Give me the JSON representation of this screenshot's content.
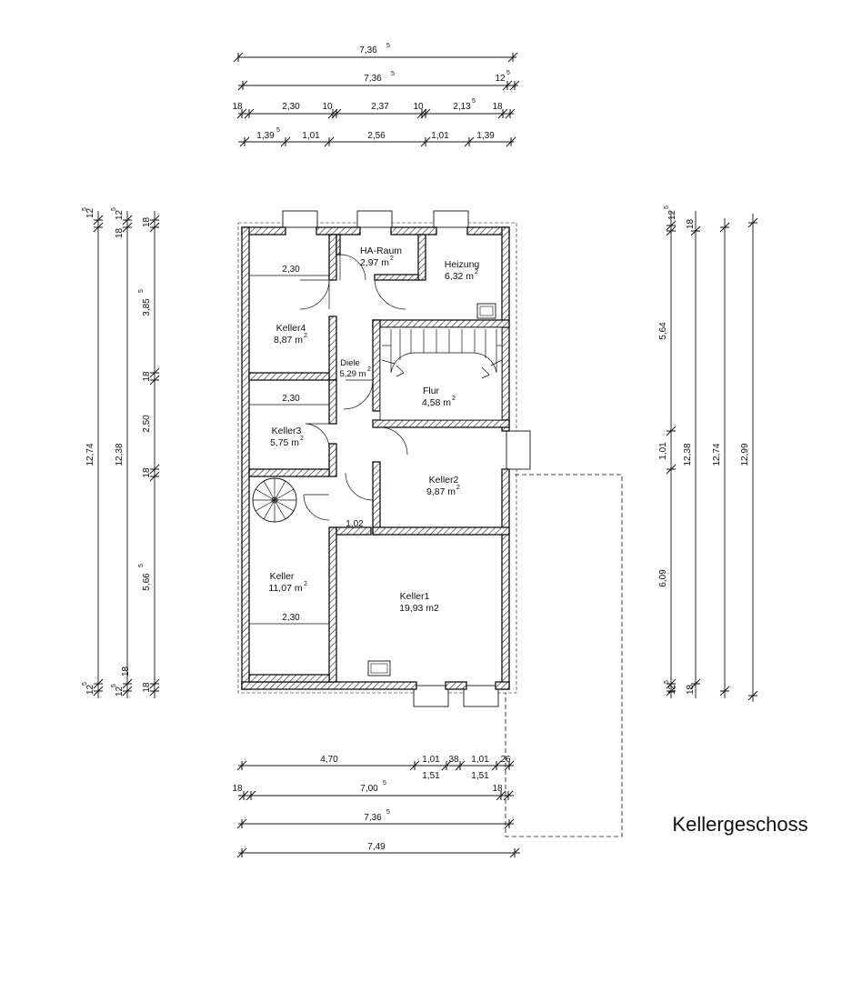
{
  "title": "Kellergeschoss",
  "rooms": {
    "ha_raum": {
      "name": "HA-Raum",
      "area": "2,97 m",
      "unit_exp": "2"
    },
    "heizung": {
      "name": "Heizung",
      "area": "6,32 m",
      "unit_exp": "2"
    },
    "keller4": {
      "name": "Keller4",
      "area": "8,87 m",
      "unit_exp": "2"
    },
    "diele": {
      "name": "Diele",
      "area": "5,29 m",
      "unit_exp": "2"
    },
    "flur": {
      "name": "Flur",
      "area": "4,58 m",
      "unit_exp": "2"
    },
    "keller3": {
      "name": "Keller3",
      "area": "5,75 m",
      "unit_exp": "2"
    },
    "keller2": {
      "name": "Keller2",
      "area": "9,87 m",
      "unit_exp": "2"
    },
    "keller": {
      "name": "Keller",
      "area": "11,07 m",
      "unit_exp": "2"
    },
    "keller1": {
      "name": "Keller1",
      "area": "19,93 m2"
    }
  },
  "interior_dims": {
    "keller4_width": "2,30",
    "keller3_width": "2,30",
    "keller_width": "2,30",
    "passage": "1,02"
  },
  "top_dims": {
    "row1": {
      "total": "7,36",
      "total_exp": "5"
    },
    "row2": {
      "total": "7,36",
      "total_exp": "5",
      "right": "12",
      "right_exp": "5"
    },
    "row3": {
      "a": "18",
      "b": "2,30",
      "c": "10",
      "d": "2,37",
      "e": "10",
      "f": "2,13",
      "f_exp": "5",
      "g": "18"
    },
    "row4": {
      "a": "1,39",
      "a_exp": "5",
      "b": "1,01",
      "c": "2,56",
      "d": "1,01",
      "e": "1,39"
    }
  },
  "bottom_dims": {
    "row1": {
      "a": "4,70",
      "b": "1,01",
      "c": "38",
      "d": "1,01",
      "e": "26"
    },
    "row1b": {
      "a": "1,51",
      "b": "1,51"
    },
    "row2": {
      "a": "18",
      "b": "7,00",
      "b_exp": "5",
      "c": "18"
    },
    "row3": {
      "total": "7,36",
      "total_exp": "5"
    },
    "row4": {
      "total": "7,49"
    }
  },
  "left_dims": {
    "col1": {
      "total": "12,74",
      "top": "12",
      "top_exp": "5",
      "bottom": "12",
      "bottom_exp": "5"
    },
    "col2": {
      "total": "12,38",
      "top_a": "18",
      "top_b": "12",
      "top_b_exp": "5",
      "bottom_a": "12",
      "bottom_a_exp": "5",
      "bottom_b": "18"
    },
    "col3": {
      "a": "18",
      "b": "3,85",
      "b_exp": "5",
      "c": "18",
      "d": "2,50",
      "e": "18",
      "f": "5,66",
      "f_exp": "5",
      "g": "18"
    }
  },
  "right_dims": {
    "col1": {
      "top": "12",
      "top_exp": "5",
      "a": "5,64",
      "b": "1,01",
      "c": "6,09",
      "bottom": "12",
      "bottom_exp": "5"
    },
    "col2": {
      "top": "18",
      "total": "12,38",
      "bottom": "18"
    },
    "col3": {
      "total": "12,74"
    },
    "col4": {
      "total": "12,99"
    }
  }
}
